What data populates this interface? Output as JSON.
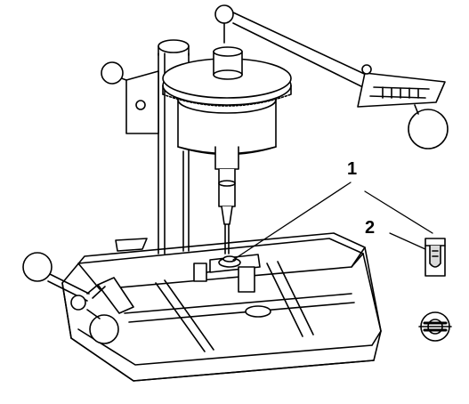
{
  "callouts": [
    {
      "id": "1",
      "text": "1"
    },
    {
      "id": "2",
      "text": "2"
    }
  ],
  "colors": {
    "ink": "#000000",
    "paper": "#ffffff",
    "shade": "#d9d9d9"
  }
}
